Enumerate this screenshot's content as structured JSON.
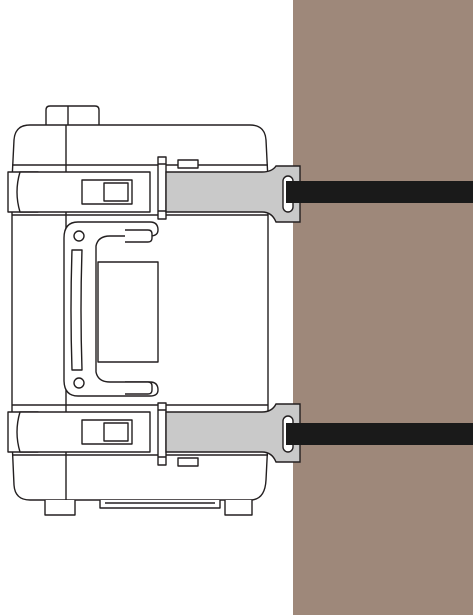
{
  "scene": {
    "description_visible_text": "",
    "colors": {
      "background": "#ffffff",
      "post": "#9e887a",
      "case_fill": "#ffffff",
      "outline": "#231f20",
      "bracket_fill": "#c9c9c9",
      "strap": "#1a1a1a"
    },
    "parts": [
      "case-body",
      "case-handle",
      "latch-top",
      "latch-bottom",
      "mount-bracket-top",
      "mount-bracket-bottom",
      "strap-top",
      "strap-bottom",
      "wooden-post"
    ]
  }
}
